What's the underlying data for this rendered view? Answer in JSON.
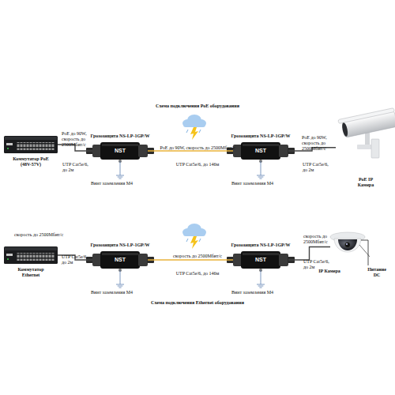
{
  "diagram": {
    "title": "Схема подключения PoE оборудования",
    "nodes": [
      {
        "text": [
          "Коммутатор PoE (48V-57V)"
        ]
      },
      {
        "text": [
          "Грозозащита NS-LP-1GP/W",
          "NST"
        ]
      },
      {
        "text": [
          "Грозозащита NS-LP-1GP/W",
          "NST"
        ]
      },
      {
        "text": [
          "PoE IP Камера"
        ]
      },
      {
        "text": [
          "Коммутатор Ethernet"
        ]
      },
      {
        "text": [
          "Грозозащита NS-LP-1GP/W",
          "NST"
        ]
      },
      {
        "text": [
          "Грозозащита NS-LP-1GP/W",
          "NST"
        ]
      },
      {
        "text": [
          "IP Камера"
        ]
      }
    ],
    "edges": [
      {
        "from": 0,
        "to": 1,
        "arrow": "none",
        "label": "PoE до 90W, скорость до 2500Мбит/с"
      },
      {
        "from": 1,
        "to": 2,
        "arrow": "none",
        "label": "PoE до 90W, скорость до 2500Мбит/с"
      },
      {
        "from": 2,
        "to": 3,
        "arrow": "none",
        "label": "PoE до 90W, скорость до 2500Мбит/с"
      },
      {
        "from": 4,
        "to": 5,
        "arrow": "none",
        "label": "UTP Cat5e/6, до 2м"
      },
      {
        "from": 5,
        "to": 6,
        "arrow": "none",
        "label": "скорость до 2500Мбит/с"
      },
      {
        "from": 6,
        "to": 7,
        "arrow": "none",
        "label": "скорость до 2500Мбит/с"
      }
    ],
    "labels": [
      "UTP Cat5e/6, до 2м",
      "Винт заземления М4",
      "UTP Cat5e/6, до 146м",
      "Винт заземления М4",
      "UTP Cat5e/6, до 2м",
      "скорость до 2500Мбит/с",
      "Винт заземления М4",
      "UTP Cat5e/6, до 146м",
      "Винт заземления М4",
      "UTP Cat5e/6, до 2м",
      "Питание DC",
      "Схема подключения Ethernet оборудования"
    ]
  }
}
